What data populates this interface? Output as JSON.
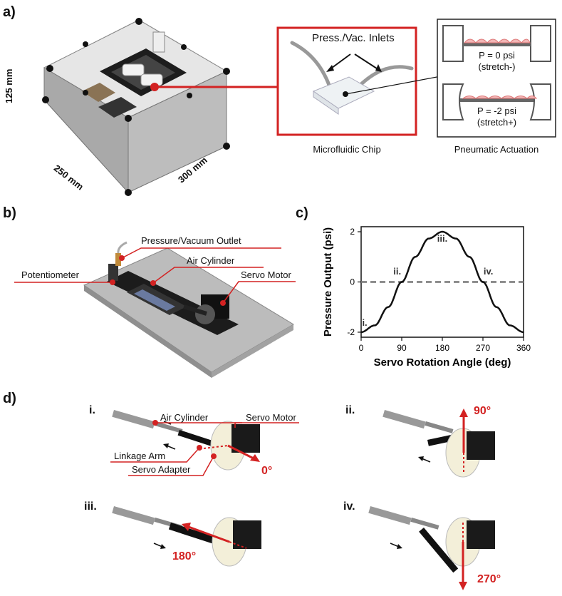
{
  "panels": {
    "a": "a)",
    "b": "b)",
    "c": "c)",
    "d": "d)"
  },
  "panel_a": {
    "dim_height": "125 mm",
    "dim_depth": "250 mm",
    "dim_width": "300 mm",
    "inlets_label": "Press./Vac. Inlets",
    "chip_caption": "Microfluidic Chip",
    "pneumatic_caption": "Pneumatic Actuation",
    "state1_pressure": "P = 0 psi",
    "state1_stretch": "(stretch-)",
    "state2_pressure": "P = -2 psi",
    "state2_stretch": "(stretch+)"
  },
  "panel_b": {
    "outlet": "Pressure/Vacuum Outlet",
    "cylinder": "Air Cylinder",
    "potentiometer": "Potentiometer",
    "servo": "Servo Motor"
  },
  "panel_d": {
    "air_cylinder": "Air Cylinder",
    "servo_motor": "Servo Motor",
    "linkage_arm": "Linkage Arm",
    "servo_adapter": "Servo Adapter",
    "steps": [
      {
        "numeral": "i.",
        "angle": "0°"
      },
      {
        "numeral": "ii.",
        "angle": "90°"
      },
      {
        "numeral": "iii.",
        "angle": "180°"
      },
      {
        "numeral": "iv.",
        "angle": "270°"
      }
    ]
  },
  "chart_data": {
    "type": "line",
    "xlabel": "Servo Rotation Angle (deg)",
    "ylabel": "Pressure Output (psi)",
    "xlim": [
      0,
      360
    ],
    "ylim": [
      -2.2,
      2.2
    ],
    "xticks": [
      0,
      90,
      180,
      270,
      360
    ],
    "yticks": [
      -2,
      0,
      2
    ],
    "series": [
      {
        "x": [
          0,
          30,
          60,
          90,
          120,
          150,
          180,
          210,
          240,
          270,
          300,
          330,
          360
        ],
        "values": [
          -2,
          -1.73,
          -1,
          0,
          1,
          1.73,
          2,
          1.73,
          1,
          0,
          -1,
          -1.73,
          -2
        ]
      }
    ],
    "reference_line": 0,
    "annotations": [
      {
        "text": "i.",
        "x": 8,
        "y": -1.75
      },
      {
        "text": "ii.",
        "x": 80,
        "y": 0.3
      },
      {
        "text": "iii.",
        "x": 180,
        "y": 1.6
      },
      {
        "text": "iv.",
        "x": 282,
        "y": 0.3
      }
    ]
  }
}
